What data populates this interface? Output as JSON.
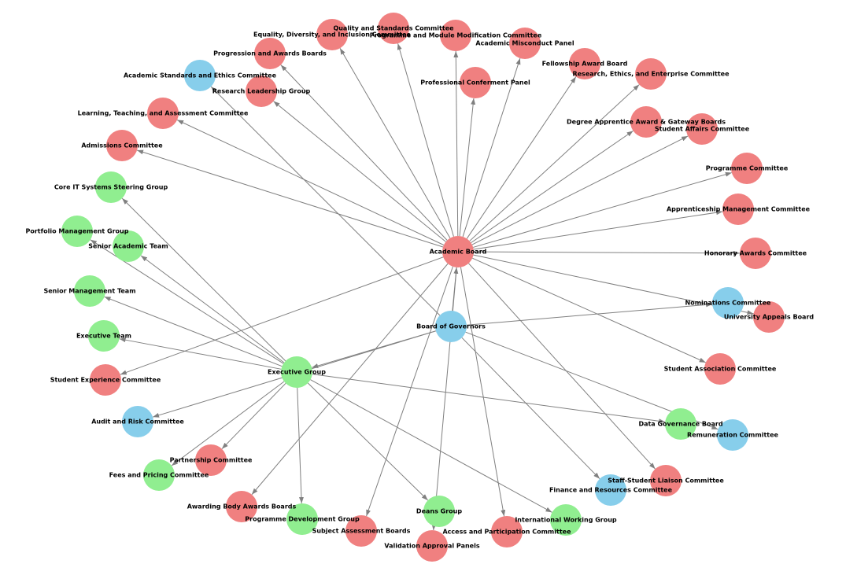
{
  "colors": {
    "committee": "#f08080",
    "executive": "#90ee90",
    "governance": "#87ceeb",
    "edge": "#808080"
  },
  "nodes": [
    {
      "id": "academic_board",
      "label": "Academic Board",
      "group": "committee"
    },
    {
      "id": "board_of_governors",
      "label": "Board of Governors",
      "group": "governance"
    },
    {
      "id": "executive_group",
      "label": "Executive Group",
      "group": "executive"
    },
    {
      "id": "quality_standards",
      "label": "Quality and Standards Committee",
      "group": "committee"
    },
    {
      "id": "equality_diversity",
      "label": "Equality, Diversity, and Inclusion Committee",
      "group": "committee"
    },
    {
      "id": "programme_module_mod",
      "label": "Programme and Module Modification Committee",
      "group": "committee"
    },
    {
      "id": "academic_misconduct",
      "label": "Academic Misconduct Panel",
      "group": "committee"
    },
    {
      "id": "progression_awards",
      "label": "Progression and Awards Boards",
      "group": "committee"
    },
    {
      "id": "fellowship_award",
      "label": "Fellowship Award Board",
      "group": "committee"
    },
    {
      "id": "research_ethics_enterprise",
      "label": "Research, Ethics, and Enterprise Committee",
      "group": "committee"
    },
    {
      "id": "academic_standards_ethics",
      "label": "Academic Standards and Ethics Committee",
      "group": "governance"
    },
    {
      "id": "professional_conferment",
      "label": "Professional Conferment Panel",
      "group": "committee"
    },
    {
      "id": "research_leadership",
      "label": "Research Leadership Group",
      "group": "committee"
    },
    {
      "id": "learning_teaching",
      "label": "Learning, Teaching, and Assessment Committee",
      "group": "committee"
    },
    {
      "id": "degree_apprentice",
      "label": "Degree Apprentice Award & Gateway Boards",
      "group": "committee"
    },
    {
      "id": "student_affairs",
      "label": "Student Affairs Committee",
      "group": "committee"
    },
    {
      "id": "admissions",
      "label": "Admissions Committee",
      "group": "committee"
    },
    {
      "id": "programme_committee",
      "label": "Programme Committee",
      "group": "committee"
    },
    {
      "id": "core_it",
      "label": "Core IT Systems Steering Group",
      "group": "executive"
    },
    {
      "id": "apprenticeship_mgmt",
      "label": "Apprenticeship Management Committee",
      "group": "committee"
    },
    {
      "id": "portfolio_mgmt",
      "label": "Portfolio Management Group",
      "group": "executive"
    },
    {
      "id": "senior_academic",
      "label": "Senior Academic Team",
      "group": "executive"
    },
    {
      "id": "honorary_awards",
      "label": "Honorary Awards Committee",
      "group": "committee"
    },
    {
      "id": "senior_mgmt",
      "label": "Senior Management Team",
      "group": "executive"
    },
    {
      "id": "nominations",
      "label": "Nominations Committee",
      "group": "governance"
    },
    {
      "id": "university_appeals",
      "label": "University Appeals Board",
      "group": "committee"
    },
    {
      "id": "executive_team",
      "label": "Executive Team",
      "group": "executive"
    },
    {
      "id": "student_association",
      "label": "Student Association Committee",
      "group": "committee"
    },
    {
      "id": "student_experience",
      "label": "Student Experience Committee",
      "group": "committee"
    },
    {
      "id": "audit_risk",
      "label": "Audit and Risk Committee",
      "group": "governance"
    },
    {
      "id": "data_governance",
      "label": "Data Governance Board",
      "group": "executive"
    },
    {
      "id": "remuneration",
      "label": "Remuneration Committee",
      "group": "governance"
    },
    {
      "id": "partnership",
      "label": "Partnership Committee",
      "group": "committee"
    },
    {
      "id": "fees_pricing",
      "label": "Fees and Pricing Committee",
      "group": "executive"
    },
    {
      "id": "staff_student_liaison",
      "label": "Staff-Student Liaison Committee",
      "group": "committee"
    },
    {
      "id": "finance_resources",
      "label": "Finance and Resources Committee",
      "group": "governance"
    },
    {
      "id": "awarding_body",
      "label": "Awarding Body Awards Boards",
      "group": "committee"
    },
    {
      "id": "deans_group",
      "label": "Deans Group",
      "group": "executive"
    },
    {
      "id": "programme_development",
      "label": "Programme Development Group",
      "group": "executive"
    },
    {
      "id": "international_working",
      "label": "International Working Group",
      "group": "executive"
    },
    {
      "id": "subject_assessment",
      "label": "Subject Assessment Boards",
      "group": "committee"
    },
    {
      "id": "access_participation",
      "label": "Access and Participation Committee",
      "group": "committee"
    },
    {
      "id": "validation_approval",
      "label": "Validation Approval Panels",
      "group": "committee"
    }
  ],
  "edges": [
    [
      "academic_board",
      "quality_standards"
    ],
    [
      "academic_board",
      "equality_diversity"
    ],
    [
      "academic_board",
      "programme_module_mod"
    ],
    [
      "academic_board",
      "academic_misconduct"
    ],
    [
      "academic_board",
      "progression_awards"
    ],
    [
      "academic_board",
      "fellowship_award"
    ],
    [
      "academic_board",
      "research_ethics_enterprise"
    ],
    [
      "academic_board",
      "professional_conferment"
    ],
    [
      "academic_board",
      "research_leadership"
    ],
    [
      "academic_board",
      "learning_teaching"
    ],
    [
      "academic_board",
      "degree_apprentice"
    ],
    [
      "academic_board",
      "student_affairs"
    ],
    [
      "academic_board",
      "admissions"
    ],
    [
      "academic_board",
      "programme_committee"
    ],
    [
      "academic_board",
      "apprenticeship_mgmt"
    ],
    [
      "academic_board",
      "honorary_awards"
    ],
    [
      "academic_board",
      "university_appeals"
    ],
    [
      "academic_board",
      "student_association"
    ],
    [
      "academic_board",
      "student_experience"
    ],
    [
      "academic_board",
      "staff_student_liaison"
    ],
    [
      "academic_board",
      "awarding_body"
    ],
    [
      "academic_board",
      "subject_assessment"
    ],
    [
      "academic_board",
      "access_participation"
    ],
    [
      "academic_board",
      "validation_approval"
    ],
    [
      "board_of_governors",
      "academic_board"
    ],
    [
      "board_of_governors",
      "academic_standards_ethics"
    ],
    [
      "board_of_governors",
      "nominations"
    ],
    [
      "board_of_governors",
      "remuneration"
    ],
    [
      "board_of_governors",
      "finance_resources"
    ],
    [
      "board_of_governors",
      "audit_risk"
    ],
    [
      "board_of_governors",
      "executive_group"
    ],
    [
      "executive_group",
      "core_it"
    ],
    [
      "executive_group",
      "portfolio_mgmt"
    ],
    [
      "executive_group",
      "senior_academic"
    ],
    [
      "executive_group",
      "senior_mgmt"
    ],
    [
      "executive_group",
      "executive_team"
    ],
    [
      "executive_group",
      "data_governance"
    ],
    [
      "executive_group",
      "partnership"
    ],
    [
      "executive_group",
      "fees_pricing"
    ],
    [
      "executive_group",
      "deans_group"
    ],
    [
      "executive_group",
      "programme_development"
    ],
    [
      "executive_group",
      "international_working"
    ]
  ]
}
